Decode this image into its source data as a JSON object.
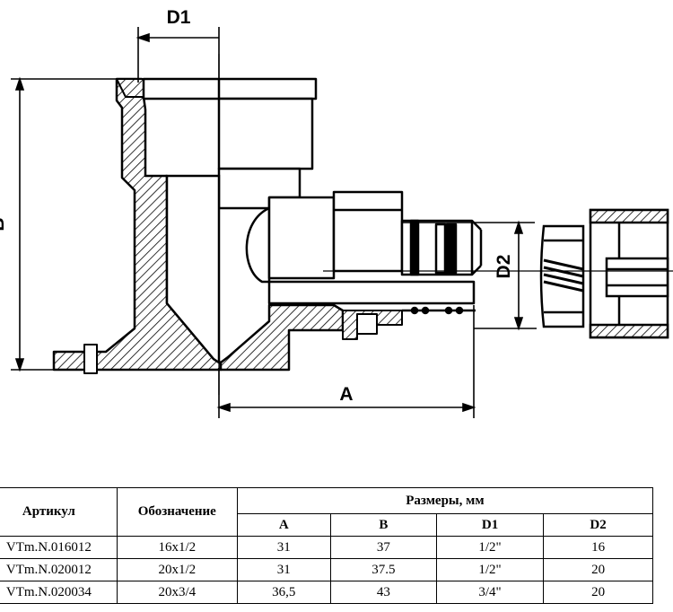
{
  "drawing": {
    "dimensions": {
      "D1": "D1",
      "B": "B",
      "D2": "D2",
      "A": "A"
    }
  },
  "table": {
    "headers": {
      "article": "Артикул",
      "designation": "Обозначение",
      "sizes": "Размеры, мм",
      "a": "A",
      "b": "B",
      "d1": "D1",
      "d2": "D2"
    },
    "rows": [
      {
        "article": "VTm.N.016012",
        "designation": "16x1/2",
        "a": "31",
        "b": "37",
        "d1": "1/2\"",
        "d2": "16"
      },
      {
        "article": "VTm.N.020012",
        "designation": "20x1/2",
        "a": "31",
        "b": "37.5",
        "d1": "1/2\"",
        "d2": "20"
      },
      {
        "article": "VTm.N.020034",
        "designation": "20x3/4",
        "a": "36,5",
        "b": "43",
        "d1": "3/4\"",
        "d2": "20"
      }
    ]
  }
}
